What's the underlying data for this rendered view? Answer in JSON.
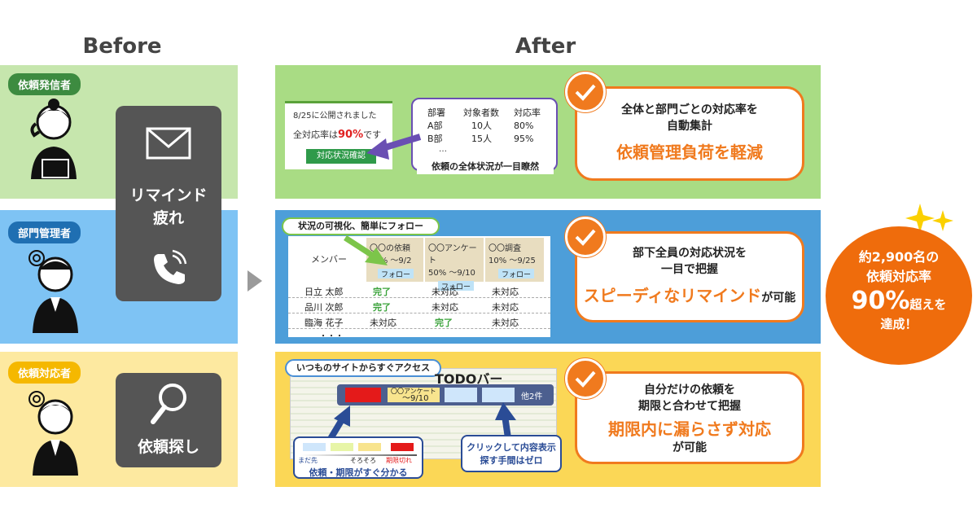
{
  "before": {
    "heading": "Before",
    "rows": [
      {
        "tag": "依頼発信者",
        "tag_color": "#3d8b40",
        "bg": "#c6e6ad"
      },
      {
        "tag": "部門管理者",
        "tag_color": "#1f6fb2",
        "bg": "#7ec3f4"
      },
      {
        "tag": "依頼対応者",
        "tag_color": "#f5b800",
        "bg": "#fde9a0"
      }
    ],
    "remind_label_1": "リマインド",
    "remind_label_2": "疲れ",
    "search_label": "依頼探し"
  },
  "after": {
    "heading": "After",
    "row1": {
      "notice_line1": "8/25に公開されました",
      "notice_rate_prefix": "全対応率は",
      "notice_rate": "90%",
      "notice_rate_suffix": "です",
      "notice_button": "対応状況確認",
      "stats_headers": [
        "部署",
        "対象者数",
        "対応率"
      ],
      "stats_rows": [
        [
          "A部",
          "10人",
          "80%"
        ],
        [
          "B部",
          "15人",
          "95%"
        ]
      ],
      "stats_more": "…",
      "stats_caption": "依頼の全体状況が一目瞭然",
      "card_line1": "全体と部門ごとの対応率を",
      "card_line2": "自動集計",
      "card_highlight": "依頼管理負荷を軽減"
    },
    "row2": {
      "callout": "状況の可視化、簡単にフォロー",
      "member_header": "メンバー",
      "cols": [
        {
          "title": "〇〇の依頼",
          "sub": "90% ～9/2",
          "btn": "フォロー"
        },
        {
          "title": "〇〇アンケート",
          "sub": "50% ～9/10",
          "btn": "フォロー"
        },
        {
          "title": "〇〇調査",
          "sub": "10% ～9/25",
          "btn": "フォロー"
        }
      ],
      "members": [
        {
          "name": "日立 太郎",
          "status": [
            "完了",
            "未対応",
            "未対応"
          ]
        },
        {
          "name": "品川 次郎",
          "status": [
            "完了",
            "未対応",
            "未対応"
          ]
        },
        {
          "name": "臨海 花子",
          "status": [
            "未対応",
            "完了",
            "未対応"
          ]
        }
      ],
      "more": "・・・",
      "card_line1": "部下全員の対応状況を",
      "card_line2": "一目で把握",
      "card_highlight": "スピーディなリマインド",
      "card_suffix": "が可能"
    },
    "row3": {
      "callout": "いつものサイトからすぐアクセス",
      "todo_label": "TODOバー",
      "todo_item1": "〇〇アンケート",
      "todo_item1_sub": "～9/10",
      "todo_more": "他2件",
      "legend": [
        "まだ先",
        "そろそろ",
        "期限切れ"
      ],
      "legend_colors": [
        "#cfe6fb",
        "#e7f5a7",
        "#f8e48e",
        "#e41a1a"
      ],
      "legend_caption": "依頼・期限がすぐ分かる",
      "click_line1": "クリックして内容表示",
      "click_line2": "探す手間はゼロ",
      "card_line1": "自分だけの依頼を",
      "card_line2": "期限と合わせて把握",
      "card_highlight": "期限内に漏らさず対応",
      "card_suffix": "が可能"
    },
    "badge": {
      "line1": "約2,900名の",
      "line2": "依頼対応率",
      "big": "90%",
      "suffix": "超えを",
      "line4": "達成！"
    }
  }
}
